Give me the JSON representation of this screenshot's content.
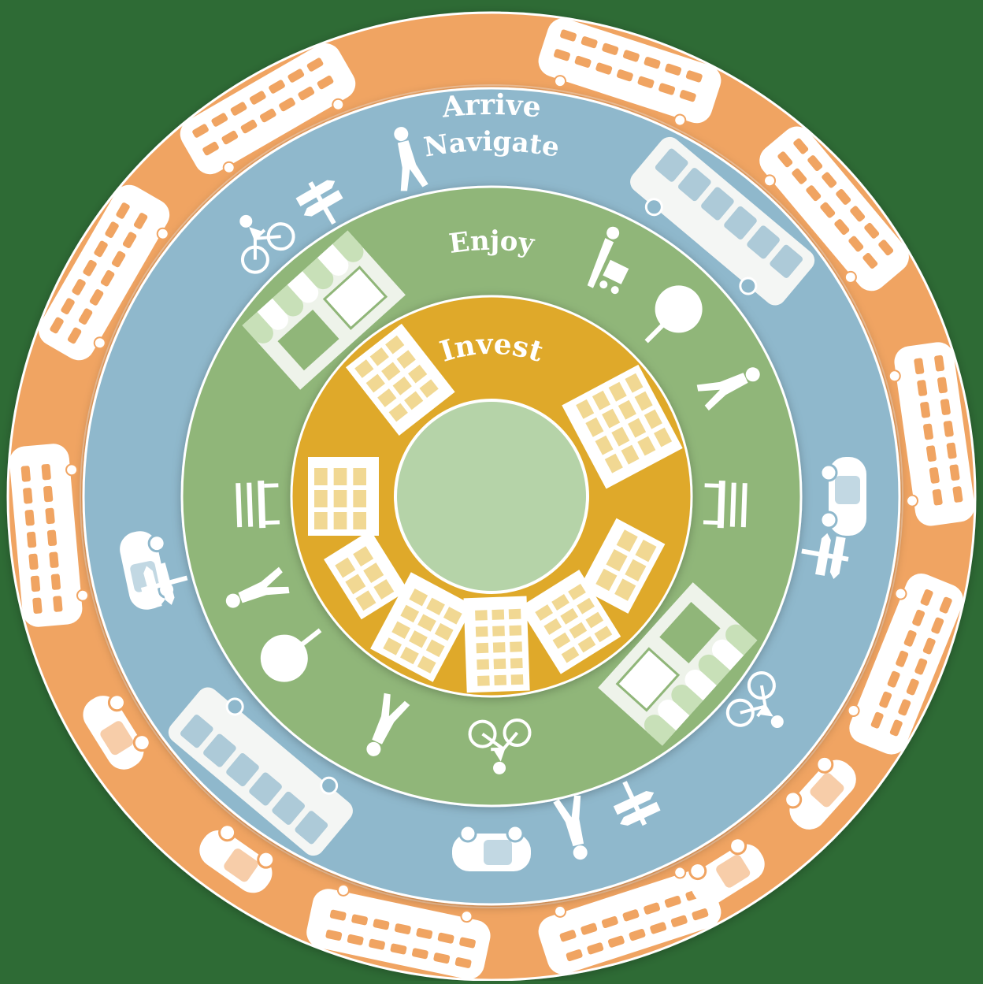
{
  "colors": {
    "background": "#2e6b35",
    "arrive": "#f0a462",
    "navigate": "#8fb8cc",
    "enjoy": "#90b679",
    "invest": "#dfa92a",
    "center": "#b5d3a8",
    "icon": "#ffffff"
  },
  "rings": [
    {
      "key": "arrive",
      "label": "Arrive",
      "theme": "train-icon"
    },
    {
      "key": "navigate",
      "label": "Navigate",
      "theme": "bus-icon"
    },
    {
      "key": "enjoy",
      "label": "Enjoy",
      "theme": "storefront-icon"
    },
    {
      "key": "invest",
      "label": "Invest",
      "theme": "building-icon"
    }
  ],
  "icons": {
    "arrive": [
      "train-icon",
      "car-icon"
    ],
    "navigate": [
      "bus-icon",
      "car-icon",
      "signpost-icon",
      "cyclist-icon",
      "pedestrian-icon"
    ],
    "enjoy": [
      "storefront-icon",
      "tree-icon",
      "bench-icon",
      "pedestrian-icon",
      "cyclist-icon",
      "stroller-icon"
    ],
    "invest": [
      "building-icon"
    ]
  }
}
